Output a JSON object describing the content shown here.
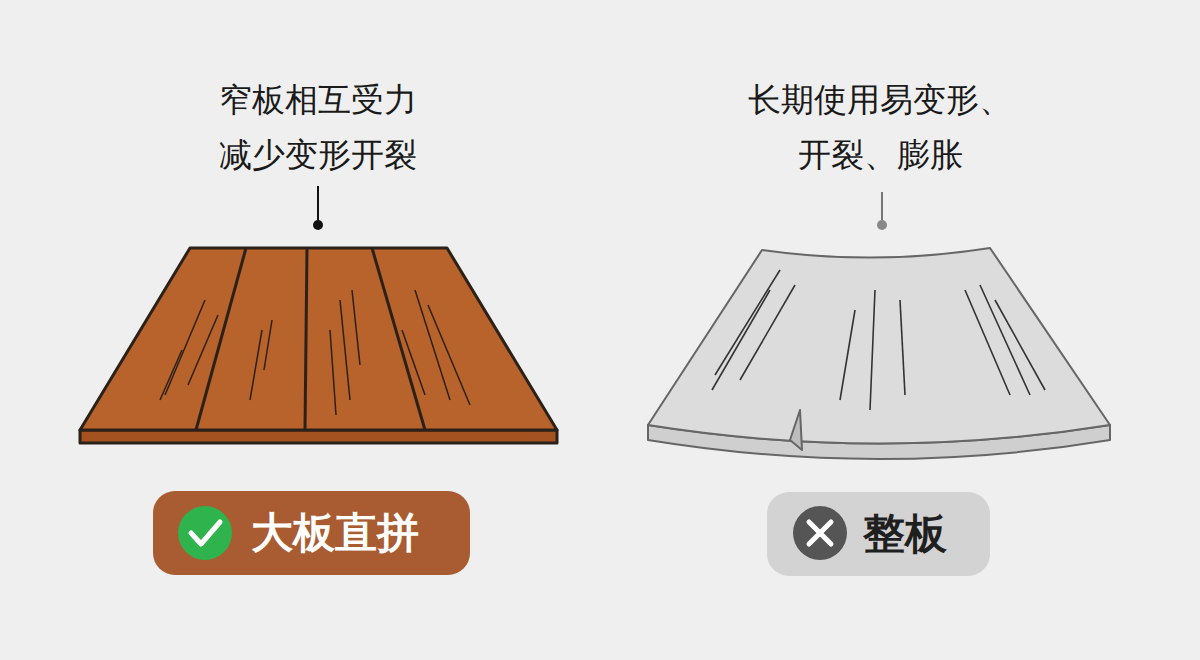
{
  "diagram": {
    "nodes": [
      {
        "text": [
          "大板直拼"
        ]
      },
      {
        "text": [
          "整板"
        ]
      }
    ],
    "labels": [
      "窄板相互受力 减少变形开裂",
      "长期使用易变形、 开裂、膨胀"
    ]
  }
}
